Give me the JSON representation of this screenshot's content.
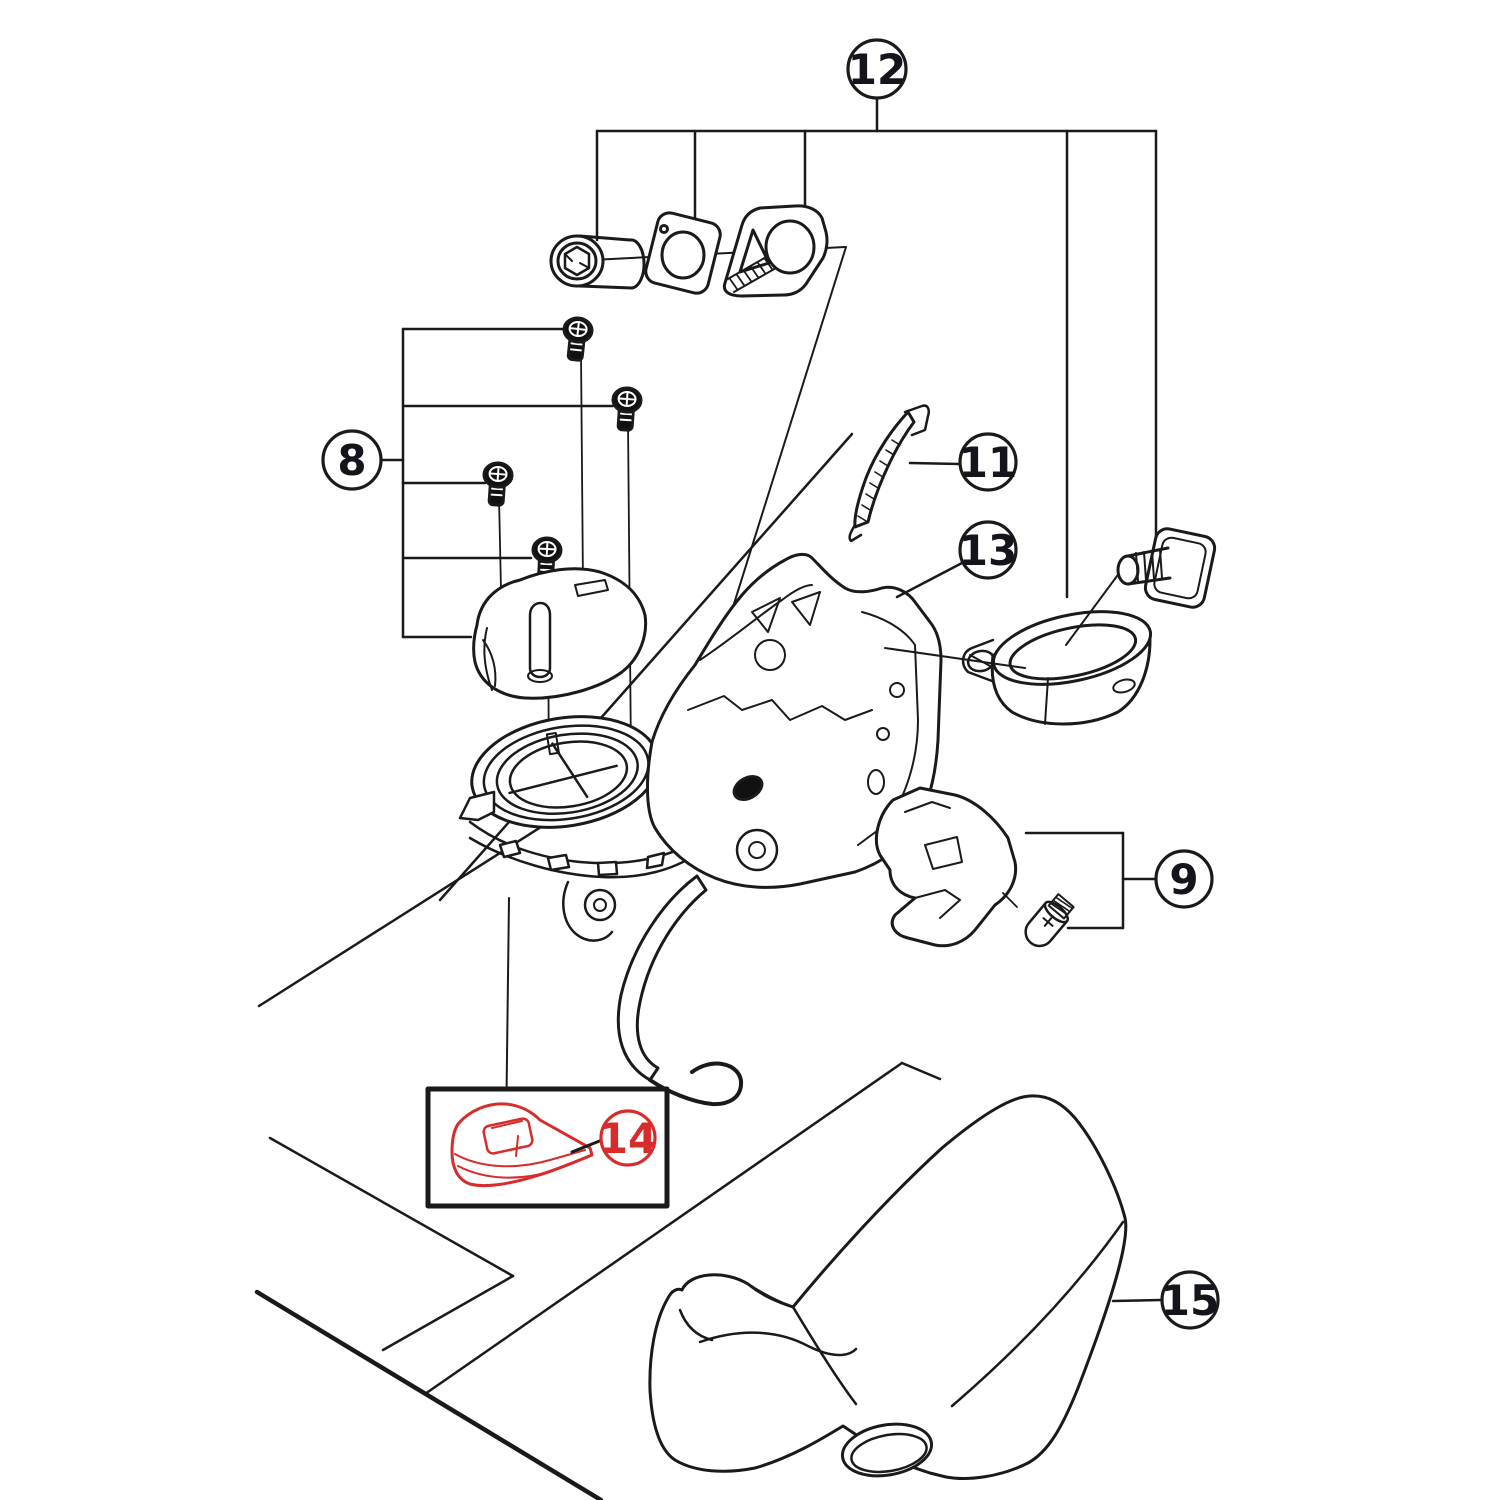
{
  "figure": {
    "type": "exploded-parts-diagram",
    "background_color": "#ffffff",
    "line_color": "#1a1a1a",
    "highlight_color": "#d82c2c"
  },
  "callouts": {
    "c8": {
      "label": "8"
    },
    "c9": {
      "label": "9"
    },
    "c11": {
      "label": "11"
    },
    "c12": {
      "label": "12"
    },
    "c13": {
      "label": "13"
    },
    "c14": {
      "label": "14",
      "highlighted": true
    },
    "c15": {
      "label": "15"
    }
  }
}
